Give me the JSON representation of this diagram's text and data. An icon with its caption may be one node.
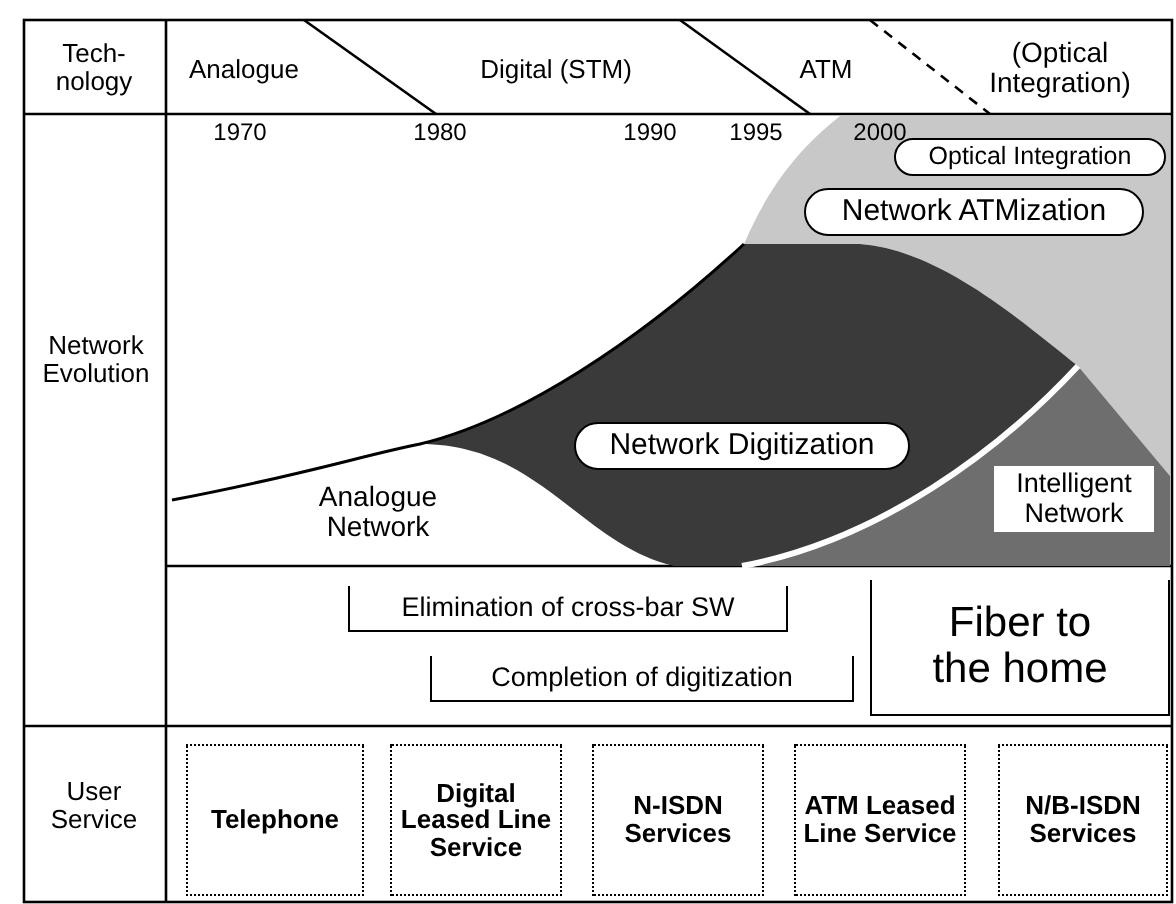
{
  "diagram": {
    "nodes": [
      {
        "text": [
          "Optical Integration"
        ]
      },
      {
        "text": [
          "Network ATMization"
        ]
      },
      {
        "text": [
          "Network Digitization"
        ]
      },
      {
        "text": [
          "Intelligent Network"
        ]
      },
      {
        "text": [
          "Elimination of cross-bar SW"
        ]
      },
      {
        "text": [
          "Completion of digitization"
        ]
      },
      {
        "text": [
          "Fiber to the home"
        ]
      },
      {
        "text": [
          "Telephone"
        ]
      },
      {
        "text": [
          "Digital Leased Line Service"
        ]
      },
      {
        "text": [
          "N-ISDN Services"
        ]
      },
      {
        "text": [
          "ATM Leased Line Service"
        ]
      },
      {
        "text": [
          "N/B-ISDN Services"
        ]
      }
    ],
    "edges": [],
    "labels": [
      "Tech- nology",
      "Analogue",
      "Digital (STM)",
      "ATM",
      "(Optical Integration)",
      "1970",
      "1980",
      "1990",
      "1995",
      "2000",
      "Network Evolution",
      "Analogue Network",
      "User Service"
    ]
  }
}
